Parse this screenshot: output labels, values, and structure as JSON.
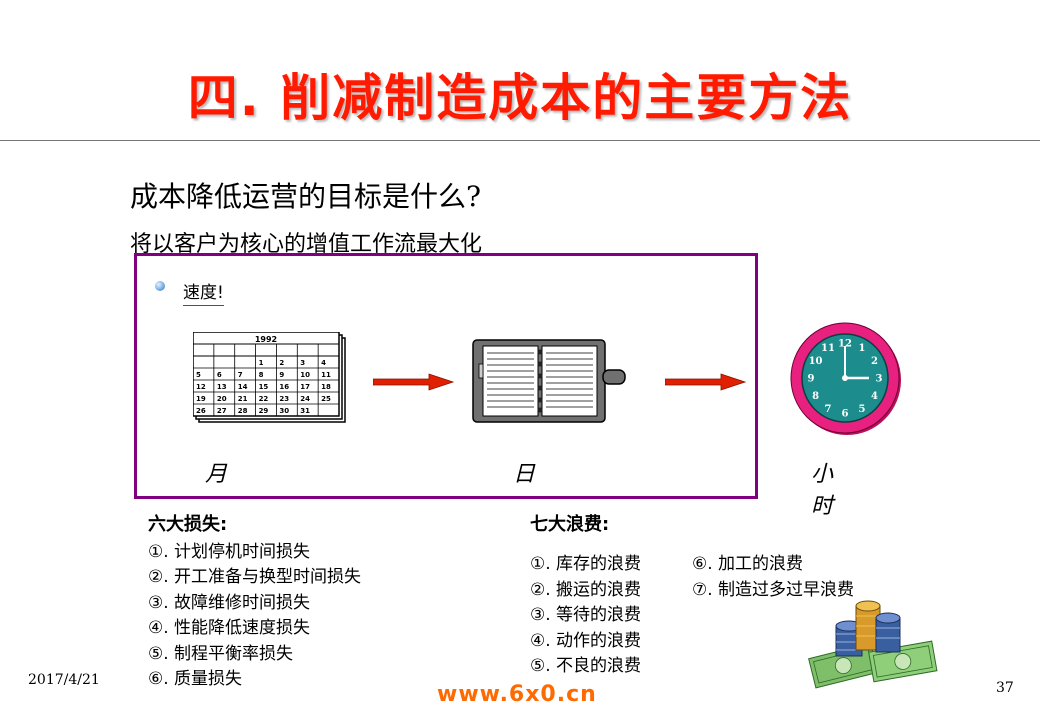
{
  "slide": {
    "title": "四. 削减制造成本的主要方法",
    "question": "成本降低运营的目标是什么?",
    "subtitle": "将以客户为核心的增值工作流最大化"
  },
  "speed_box": {
    "label": "速度!",
    "calendar": {
      "year": "1992",
      "rows": [
        [
          "",
          "",
          "",
          "1",
          "2",
          "3",
          "4"
        ],
        [
          "5",
          "6",
          "7",
          "8",
          "9",
          "10",
          "11"
        ],
        [
          "12",
          "13",
          "14",
          "15",
          "16",
          "17",
          "18"
        ],
        [
          "19",
          "20",
          "21",
          "22",
          "23",
          "24",
          "25"
        ],
        [
          "26",
          "27",
          "28",
          "29",
          "30",
          "31",
          ""
        ]
      ]
    },
    "clock_numbers": [
      "12",
      "1",
      "2",
      "3",
      "4",
      "5",
      "6",
      "7",
      "8",
      "9",
      "10",
      "11"
    ],
    "labels": {
      "month": "月",
      "day": "日",
      "hour": "小时"
    },
    "colors": {
      "border": "#800080",
      "arrow": "#e02000",
      "clock_face": "#1c8c8c",
      "clock_rim": "#e01878"
    }
  },
  "six_losses": {
    "title": "六大损失:",
    "items": [
      "①. 计划停机时间损失",
      "②. 开工准备与换型时间损失",
      "③. 故障维修时间损失",
      "④. 性能降低速度损失",
      "⑤. 制程平衡率损失",
      "⑥. 质量损失"
    ]
  },
  "seven_wastes": {
    "title": "七大浪费:",
    "col1": [
      "①. 库存的浪费",
      "②. 搬运的浪费",
      "③. 等待的浪费",
      "④. 动作的浪费",
      "⑤. 不良的浪费"
    ],
    "col2": [
      "⑥. 加工的浪费",
      "⑦. 制造过多过早浪费"
    ]
  },
  "footer": {
    "date": "2017/4/21",
    "page": "37",
    "website": "www.6x0.cn"
  },
  "colors": {
    "title": "#ff1a00",
    "website": "#ff6a00"
  }
}
